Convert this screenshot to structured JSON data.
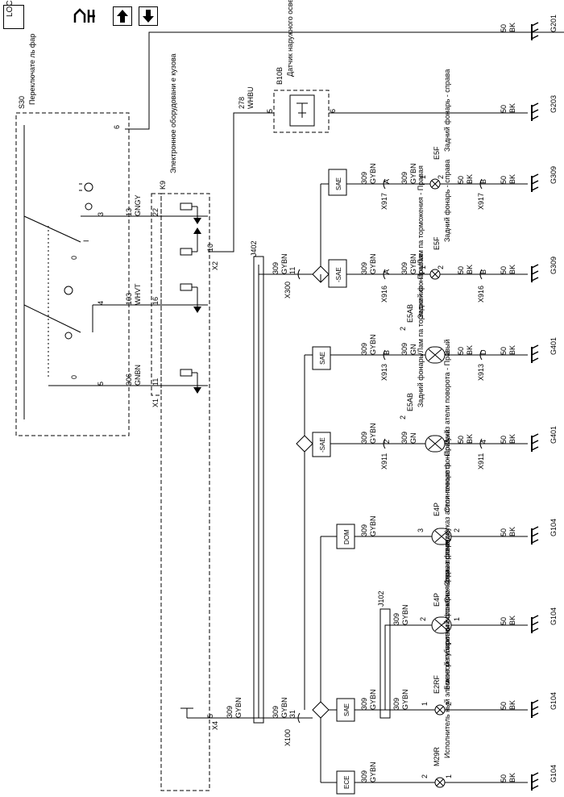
{
  "toolbar": {
    "loc_label": "LOC",
    "nav_icons": [
      "circuit-nav-icon",
      "arrow-up-icon",
      "arrow-down-icon"
    ]
  },
  "components": {
    "s30": {
      "id": "S30",
      "name": "Переключате ль фар"
    },
    "k9": {
      "id": "K9",
      "name": "Электронное оборудовани е кузова"
    },
    "b10b": {
      "id": "B10B",
      "name": "Датчик наружного освещения"
    },
    "j402": "J402",
    "j102": "J102",
    "e5f_1": {
      "id": "E5F",
      "name": "Задний фонарь - справа"
    },
    "e5f_2": {
      "id": "E5F",
      "name": "Задний фонарь - справа"
    },
    "e5ab_1": {
      "id": "E5AB",
      "name": "Задний фонарь/Лам па торможения - Правая"
    },
    "e5ab_2": {
      "id": "E5AB",
      "name": "Задний фонарь/Лам па торможения - Правая"
    },
    "e4p_1": {
      "id": "E4P",
      "name": "Стояночные фонари/указ атели поворота - Правый"
    },
    "e4p_2": {
      "id": "E4P",
      "name": "Стояночные фонари/указ атели поворота - Правый"
    },
    "e2rf": {
      "id": "E2RF",
      "name": "Боковой габаритный фонарь - Справа спереди"
    },
    "m29r": {
      "id": "M29R",
      "name": "Исполнитель ный элемент регулировки положения фар - правая"
    }
  },
  "wires": {
    "w13": {
      "circuit": "13",
      "color": "GNGY"
    },
    "w103": {
      "circuit": "103",
      "color": "WHVT"
    },
    "w306": {
      "circuit": "306",
      "color": "GNBN"
    },
    "w278": {
      "circuit": "278",
      "color": "WHBU"
    },
    "w309": {
      "circuit": "309",
      "color": "GYBN"
    },
    "w309gn": {
      "circuit": "309",
      "color": "GN"
    },
    "ground": {
      "circuit": "50",
      "color": "BK"
    }
  },
  "connectors": {
    "x1": "X1",
    "x2": "X2",
    "x4": "X4",
    "x100": "X100",
    "x300": "X300",
    "x911": "X911",
    "x913": "X913",
    "x916": "X916",
    "x917": "X917"
  },
  "pins": {
    "s30_6": "6",
    "s30_3": "3",
    "s30_4": "4",
    "s30_5": "5",
    "k9_22": "22",
    "k9_16": "16",
    "k9_11": "11",
    "k9_10": "10",
    "x4_5": "5",
    "x100_31": "31",
    "x300_11": "11",
    "b10b_5": "5",
    "b10b_6": "6",
    "pin_a": "A",
    "pin_b": "B",
    "pin_d": "D",
    "pin_1": "1",
    "pin_2": "2",
    "pin_3": "3",
    "pin_4": "4"
  },
  "options": {
    "sae": "SAE",
    "nsae": "-SAE",
    "dom": "DOM",
    "ece": "ECE"
  },
  "switch": {
    "off": "0",
    "park": "I",
    "on": "0"
  },
  "grounds": {
    "g201": "G201",
    "g203": "G203",
    "g309": "G309",
    "g401": "G401",
    "g104": "G104"
  }
}
